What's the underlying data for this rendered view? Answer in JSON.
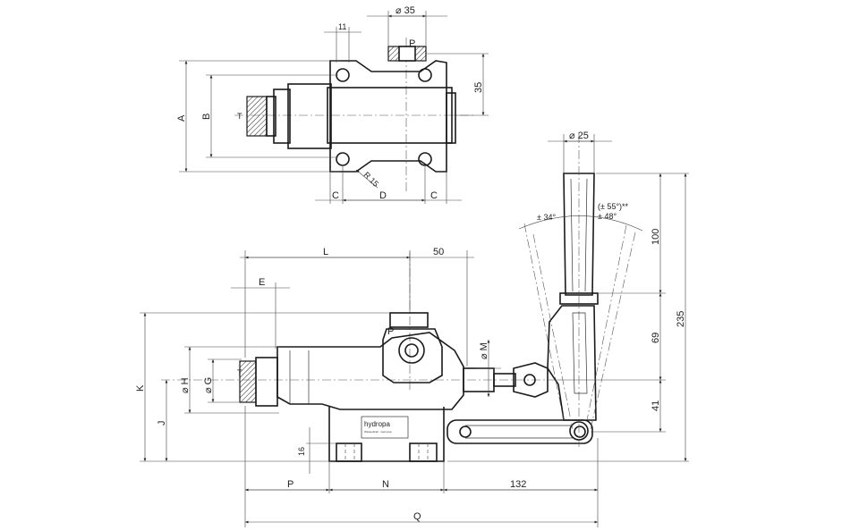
{
  "top_view": {
    "dia_35": "⌀ 35",
    "dim_11": "11",
    "port_p": "P",
    "dim_35": "35",
    "dim_a": "A",
    "dim_b": "B",
    "port_t": "T",
    "radius": "R 15",
    "dim_c_left": "C",
    "dim_d": "D",
    "dim_c_right": "C"
  },
  "side_view": {
    "dim_l": "L",
    "dim_50": "50",
    "dim_e": "E",
    "dim_k": "K",
    "dia_h": "⌀ H",
    "dia_g": "⌀ G",
    "dim_j": "J",
    "port_t": "T",
    "port_p": "P",
    "dia_m": "⌀ M",
    "dim_16": "16",
    "brand": "hydropa",
    "brand_sub": "Wasserkraft · Germany",
    "dim_p": "P",
    "dim_n": "N",
    "dim_132": "132",
    "dim_q": "Q"
  },
  "lever": {
    "dia_25": "⌀ 25",
    "angle_34": "± 34°",
    "angle_55": "(± 55°)**",
    "angle_48": "± 48°",
    "dim_100": "100",
    "dim_69": "69",
    "dim_41": "41",
    "dim_235": "235"
  }
}
